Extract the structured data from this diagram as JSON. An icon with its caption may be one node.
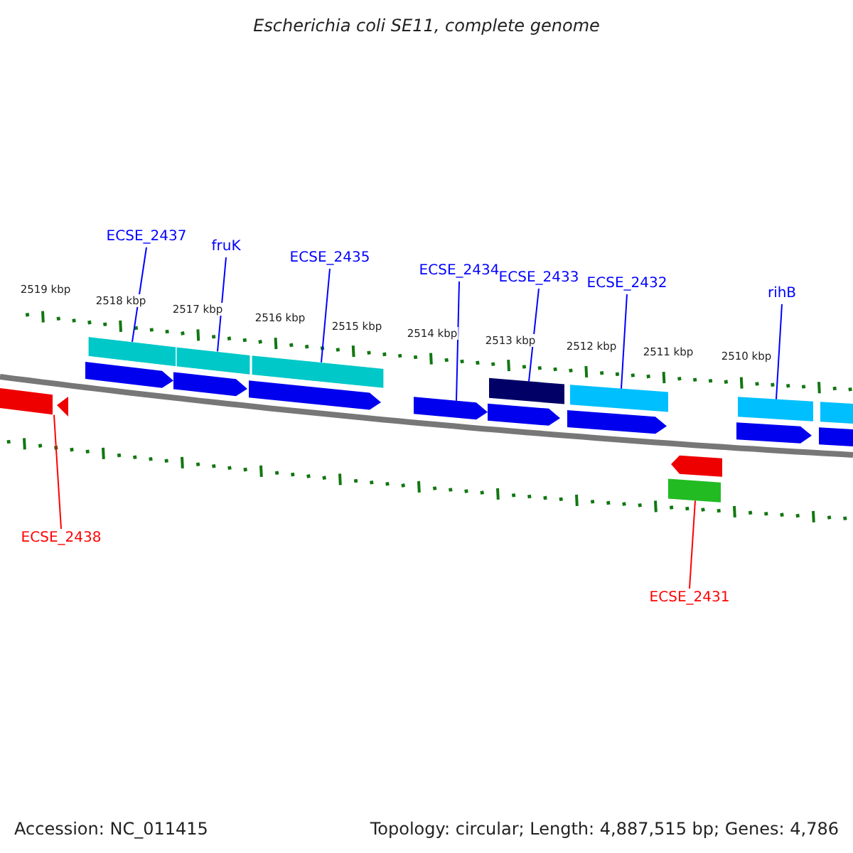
{
  "diagram": {
    "title": "Escherichia coli SE11, complete genome",
    "nodes": [
      {
        "text": [
          "ECSE_2437"
        ]
      },
      {
        "text": [
          "fruK"
        ]
      },
      {
        "text": [
          "ECSE_2435"
        ]
      },
      {
        "text": [
          "ECSE_2434"
        ]
      },
      {
        "text": [
          "ECSE_2433"
        ]
      },
      {
        "text": [
          "ECSE_2432"
        ]
      },
      {
        "text": [
          "rihB"
        ]
      },
      {
        "text": [
          "ECSE_2438"
        ]
      },
      {
        "text": [
          "ECSE_2431"
        ]
      },
      {
        "text": [],
        "shape": "bar"
      },
      {
        "text": [],
        "shape": "bar"
      },
      {
        "text": [],
        "shape": "bar"
      },
      {
        "text": [],
        "shape": "bar"
      },
      {
        "text": [],
        "shape": "bar"
      },
      {
        "text": [],
        "shape": "bar"
      },
      {
        "text": [],
        "shape": "bar"
      },
      {
        "text": [],
        "shape": "pentagon"
      },
      {
        "text": [],
        "shape": "pentagon"
      },
      {
        "text": [],
        "shape": "pentagon"
      },
      {
        "text": [],
        "shape": "pentagon"
      },
      {
        "text": [],
        "shape": "pentagon"
      },
      {
        "text": [],
        "shape": "pentagon"
      },
      {
        "text": [],
        "shape": "pentagon"
      },
      {
        "text": [],
        "shape": "bar"
      },
      {
        "text": [],
        "shape": "bar"
      },
      {
        "text": [],
        "shape": "triangle"
      },
      {
        "text": [],
        "shape": "pentagon"
      },
      {
        "text": [],
        "shape": "bar"
      }
    ],
    "edges": [
      {
        "from": 0,
        "to": 9,
        "arrow": "none"
      },
      {
        "from": 1,
        "to": 10,
        "arrow": "none"
      },
      {
        "from": 2,
        "to": 11,
        "arrow": "none"
      },
      {
        "from": 3,
        "to": 19,
        "arrow": "none"
      },
      {
        "from": 4,
        "to": 12,
        "arrow": "none"
      },
      {
        "from": 5,
        "to": 13,
        "arrow": "none"
      },
      {
        "from": 6,
        "to": 14,
        "arrow": "none"
      },
      {
        "from": 7,
        "to": 24,
        "arrow": "none",
        "color": "#ff0000"
      },
      {
        "from": 8,
        "to": 27,
        "arrow": "none",
        "color": "#ff0000"
      }
    ],
    "labels": [
      "2519 kbp",
      "2518 kbp",
      "2517 kbp",
      "2516 kbp",
      "2515 kbp",
      "2514 kbp",
      "2513 kbp",
      "2512 kbp",
      "2511 kbp",
      "2510 kbp",
      "Accession: NC_011415",
      "Topology: circular; Length: 4,887,515 bp; Genes: 4,786"
    ]
  }
}
